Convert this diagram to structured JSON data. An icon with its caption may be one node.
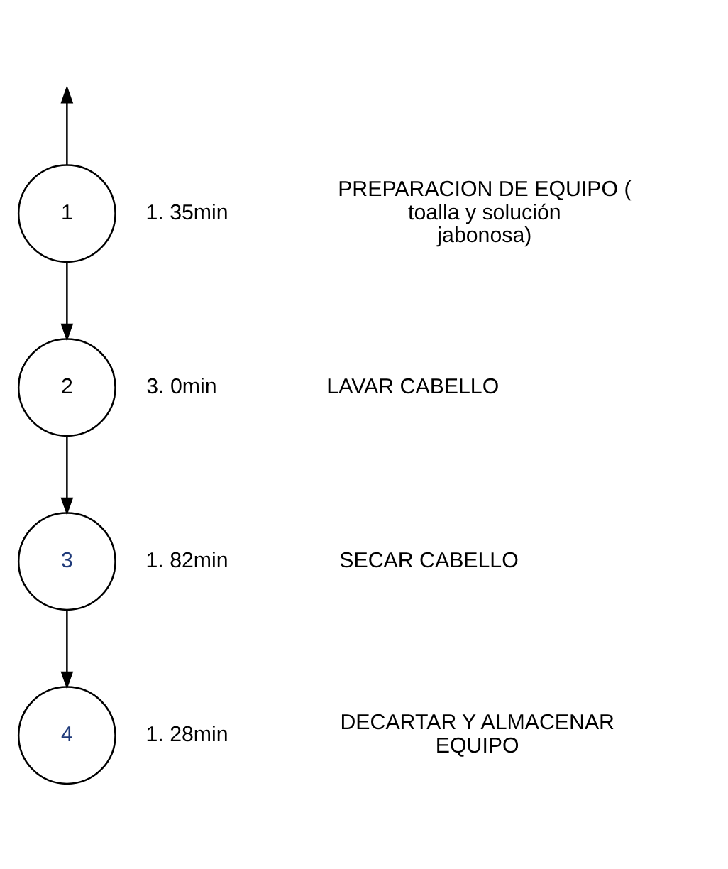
{
  "diagram": {
    "nodes": [
      {
        "text": [
          "1"
        ],
        "beside": [
          "1. 35min"
        ]
      },
      {
        "text": [
          "2"
        ],
        "beside": [
          "3. 0min"
        ]
      },
      {
        "text": [
          "3"
        ],
        "beside": [
          "1. 82min"
        ]
      },
      {
        "text": [
          "4"
        ],
        "beside": [
          "1. 28min"
        ]
      }
    ],
    "edges": [
      {
        "from": 0,
        "to": null,
        "arrow": "to"
      },
      {
        "from": 0,
        "to": 1,
        "arrow": "to"
      },
      {
        "from": 1,
        "to": 2,
        "arrow": "to"
      },
      {
        "from": 2,
        "to": 3,
        "arrow": "to"
      }
    ],
    "labels": [
      "PREPARACION DE EQUIPO ( toalla y solución jabonosa)",
      "LAVAR CABELLO",
      "SECAR CABELLO",
      "DECARTAR Y ALMACENAR EQUIPO"
    ]
  }
}
